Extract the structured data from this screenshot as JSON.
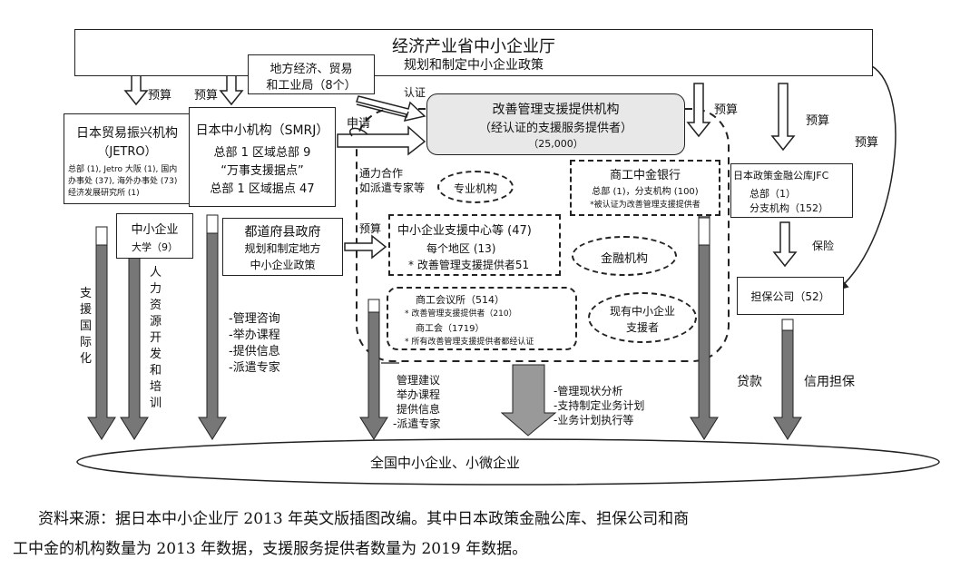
{
  "top": {
    "title": "经济产业省中小企业厅",
    "subtitle": "规划和制定中小企业政策"
  },
  "labels": {
    "budget": "预算",
    "apply": "申请",
    "certify": "认证",
    "insure": "保险",
    "loan": "贷款",
    "credit": "信用担保"
  },
  "regional": {
    "line1": "地方经济、贸易",
    "line2": "和工业局（8个）"
  },
  "jetro": {
    "title": "日本贸易振兴机构",
    "abbr": "（JETRO）",
    "line1": "总部 (1), Jetro 大阪 (1), 国内",
    "line2": "办事处 (37), 海外办事处 (73)",
    "line3": "经济发展研究所 (1)"
  },
  "smrj": {
    "title": "日本中小机构（SMRJ）",
    "line1": "总部 1 区域总部 9",
    "line2": "“万事支援据点”",
    "line3": "总部 1  区域据点 47"
  },
  "university": {
    "title": "中小企业",
    "sub": "大学（9）"
  },
  "prefecture": {
    "line1": "都道府县政府",
    "line2": "规划和制定地方",
    "line3": "中小企业政策"
  },
  "support_left": {
    "line1": "通力合作",
    "line2": "如派遣专家等"
  },
  "specialist": "专业机构",
  "certified": {
    "line1": "改善管理支援提供机构",
    "line2": "（经认证的支援服务提供者）",
    "line3": "（25,000）"
  },
  "shoko": {
    "title": "商工中金银行",
    "line1": "总部 (1)，分支机构 (100)",
    "line2": "*被认证为改善管理支援提供者"
  },
  "jfc": {
    "title": "日本政策金融公库JFC",
    "line1": "总部（1）",
    "line2": "分支机构（152）"
  },
  "centers": {
    "title": "中小企业支援中心等 (47)",
    "line1": "每个地区 (13)",
    "line2": "* 改善管理支援提供者51"
  },
  "finance": "金融机构",
  "guarantee": "担保公司（52）",
  "chamber": {
    "line1": "商工会议所（514）",
    "line2": "* 改善管理支援提供者（210）",
    "line3": "商工会（1719）",
    "line4": "* 所有改善管理支援提供者都经认证"
  },
  "existing": {
    "line1": "现有中小企业",
    "line2": "支援者"
  },
  "vertical": {
    "intl": "支援国际化",
    "hr": "人力资源开发和培训"
  },
  "smrj_services": [
    "-管理咨询",
    "-举办课程",
    "-提供信息",
    "-派遣专家"
  ],
  "chamber_services": [
    "管理建议",
    "举办课程",
    "提供信息",
    "-派遣专家"
  ],
  "cert_services": [
    "-管理现状分析",
    "-支持制定业务计划",
    "-业务计划执行等"
  ],
  "bottom": "全国中小企业、小微企业",
  "caption": {
    "line1": "资料来源：据日本中小企业厅 2013 年英文版插图改编。其中日本政策金融公库、担保公司和商",
    "line2": "工中金的机构数量为 2013 年数据，支援服务提供者数量为 2019 年数据。"
  }
}
